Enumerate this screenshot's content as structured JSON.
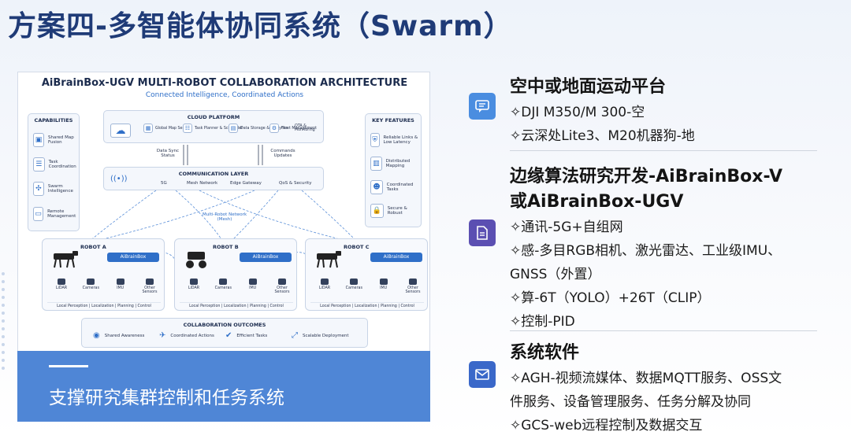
{
  "title": "方案四-多智能体协同系统（Swarm）",
  "diagram": {
    "title": "AiBrainBox-UGV  MULTI-ROBOT COLLABORATION ARCHITECTURE",
    "subtitle": "Connected Intelligence, Coordinated Actions",
    "capabilities": {
      "heading": "CAPABILITIES",
      "items": [
        "Shared Map Fusion",
        "Task Coordination",
        "Swarm Intelligence",
        "Remote Management"
      ]
    },
    "cloud": {
      "heading": "CLOUD PLATFORM",
      "items": [
        "Global Map Server",
        "Task Planner & Scheduler",
        "Data Storage & Analytics",
        "Fleet Management",
        "OTA & Monitoring"
      ]
    },
    "sync_left": "Data Sync Status",
    "sync_right": "Commands Updates",
    "comm": {
      "heading": "COMMUNICATION LAYER",
      "items": [
        "5G",
        "Mesh Network",
        "Edge Gateway",
        "QoS & Security"
      ]
    },
    "mesh_label": "Multi-Robot Network (Mesh)",
    "key_features": {
      "heading": "KEY FEATURES",
      "items": [
        "Reliable Links & Low Latency",
        "Distributed Mapping",
        "Coordinated Tasks",
        "Secure & Robust"
      ]
    },
    "robots": [
      {
        "name": "ROBOT A",
        "box": "AiBrainBox"
      },
      {
        "name": "ROBOT B",
        "box": "AiBrainBox"
      },
      {
        "name": "ROBOT C",
        "box": "AiBrainBox"
      }
    ],
    "sensors": [
      "LiDAR",
      "Cameras",
      "IMU",
      "Other Sensors"
    ],
    "robot_footer": "Local Perception | Localization | Planning | Control",
    "outcomes": {
      "heading": "COLLABORATION OUTCOMES",
      "items": [
        "Shared Awareness",
        "Coordinated Actions",
        "Efficient Tasks",
        "Scalable Deployment"
      ]
    }
  },
  "banner": "支撑研究集群控制和任务系统",
  "sections": [
    {
      "title": "空中或地面运动平台",
      "icon": "chat-icon",
      "lines": [
        "✧DJI M350/M 300-空",
        "✧云深处Lite3、M20机器狗-地"
      ]
    },
    {
      "title_lines": [
        "边缘算法研究开发-AiBrainBox-V",
        "或AiBrainBox-UGV"
      ],
      "icon": "document-icon",
      "lines": [
        "✧通讯-5G+自组网",
        "✧感-多目RGB相机、激光雷达、工业级IMU、",
        "GNSS（外置）",
        "✧算-6T（YOLO）+26T（CLIP）",
        "✧控制-PID"
      ]
    },
    {
      "title": "系统软件",
      "icon": "mail-icon",
      "lines": [
        "✧AGH-视频流媒体、数据MQTT服务、OSS文",
        "件服务、设备管理服务、任务分解及协同",
        "✧GCS-web远程控制及数据交互"
      ]
    }
  ],
  "colors": {
    "title": "#1f3b77",
    "banner": "#4f86d6",
    "icon1": "#4a8de0",
    "icon2": "#5b4fb2",
    "icon3": "#3a68c9"
  }
}
